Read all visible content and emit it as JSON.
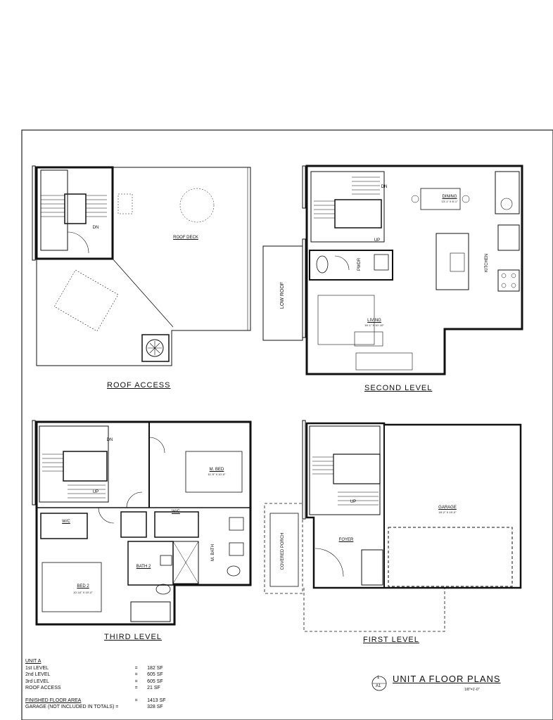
{
  "panels": {
    "roof_access": {
      "title": "ROOF ACCESS",
      "rooms": {
        "roof_deck": "ROOF DECK",
        "dn": "DN"
      }
    },
    "second_level": {
      "title": "SECOND LEVEL",
      "rooms": {
        "dining": "DINING",
        "dining_dim": "13'-1\" X 8'-1\"",
        "kitchen": "KITCHEN",
        "pwdr": "PWDR",
        "living": "LIVING",
        "living_dim": "16'-1\" X 10'-10\"",
        "low_roof": "LOW ROOF",
        "dn": "DN",
        "up": "UP"
      }
    },
    "third_level": {
      "title": "THIRD LEVEL",
      "rooms": {
        "m_bed": "M. BED",
        "m_bed_dim": "11'-5\" X 10'-0\"",
        "wic_left": "W/C",
        "wic_right": "W/C",
        "bath2": "BATH 2",
        "m_bath": "M. BATH",
        "bed2": "BED 2",
        "bed2_dim": "10'-10\" X 10'-0\"",
        "dn": "DN",
        "up": "UP"
      }
    },
    "first_level": {
      "title": "FIRST LEVEL",
      "rooms": {
        "garage": "GARAGE",
        "garage_dim": "18'-2\" X 19'-0\"",
        "foyer": "FOYER",
        "covered_porch": "COVERED PORCH",
        "up": "UP"
      }
    }
  },
  "area_table": {
    "heading": "UNIT A",
    "rows": [
      {
        "label": "1st LEVEL",
        "eq": "=",
        "value": "182 SF"
      },
      {
        "label": "2nd LEVEL",
        "eq": "=",
        "value": "605 SF"
      },
      {
        "label": "3rd LEVEL",
        "eq": "=",
        "value": "605 SF"
      },
      {
        "label": "ROOF ACCESS",
        "eq": "=",
        "value": "21 SF"
      }
    ],
    "total": {
      "label": "FINISHED FLOOR AREA",
      "eq": "=",
      "value": "1413 SF"
    },
    "garage": {
      "label": "GARAGE (NOT INCLUDED IN TOTALS) =",
      "value": "328 SF"
    }
  },
  "sheet": {
    "title": "UNIT A FLOOR PLANS",
    "scale": "1/8\"=1'-0\"",
    "tag_num": "1",
    "tag_sheet": "A1"
  }
}
